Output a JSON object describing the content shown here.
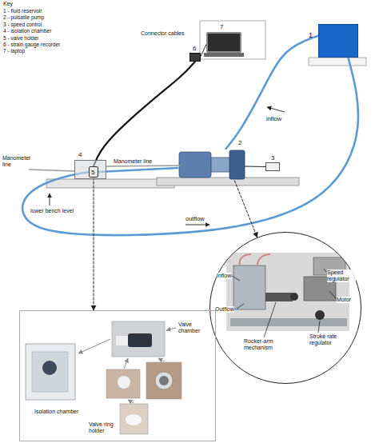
{
  "diagram": {
    "nodes": [
      {
        "text": [
          "1"
        ]
      },
      {
        "text": [
          "6"
        ]
      },
      {
        "text": [
          "7"
        ]
      },
      {
        "text": [
          "4"
        ]
      },
      {
        "text": [
          "5"
        ],
        "in": 3
      },
      {
        "text": [
          "2"
        ]
      },
      {
        "text": [
          "3"
        ]
      },
      {
        "text": [
          "Inflow",
          "Outflow",
          "Rocker-arm mechanism",
          "Motor",
          "Speed regulator",
          "Stroke rate regulator"
        ]
      },
      {
        "text": [
          "Valve chamber",
          "Isolation chamber",
          "Valve ring holder"
        ]
      }
    ],
    "edges": [
      {
        "from": 0,
        "to": 5,
        "label": "inflow",
        "arrow": "none"
      },
      {
        "from": 5,
        "to": 4,
        "arrow": "none"
      },
      {
        "from": 4,
        "to": 0,
        "label": "outflow",
        "arrow": "none"
      },
      {
        "from": 4,
        "to": 1,
        "arrow": "none"
      },
      {
        "from": 1,
        "to": 2,
        "arrow": "none"
      },
      {
        "from": 6,
        "to": 5,
        "arrow": "none"
      },
      {
        "from": 5,
        "to": 7,
        "arrow": "to"
      },
      {
        "from": 4,
        "to": 8,
        "arrow": "to"
      }
    ],
    "labels": [
      "Key",
      "1 - fluid reservoir",
      "2 - pulsatile pump",
      "3 - speed control",
      "4 - isolation chamber",
      "5 - valve holder",
      "6 - strain gauge recorder",
      "7 - laptop",
      "Connector cables",
      "Manometer line",
      "Manometer line",
      "lower bench level"
    ]
  }
}
